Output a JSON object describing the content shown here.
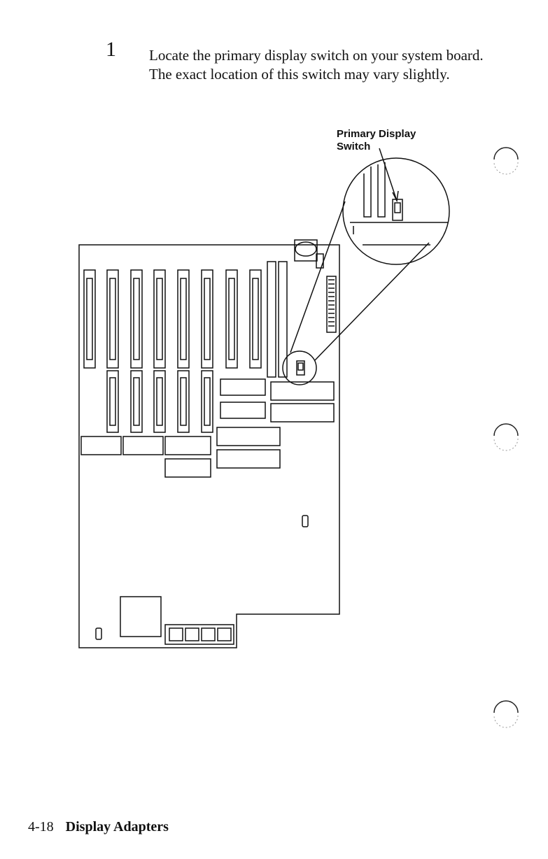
{
  "step": {
    "number": "1",
    "text": "Locate the primary display switch on your system board. The exact location of this switch may vary slightly."
  },
  "callout": {
    "line1": "Primary Display",
    "line2": "Switch"
  },
  "footer": {
    "page_number": "4-18",
    "section_title": "Display Adapters"
  }
}
